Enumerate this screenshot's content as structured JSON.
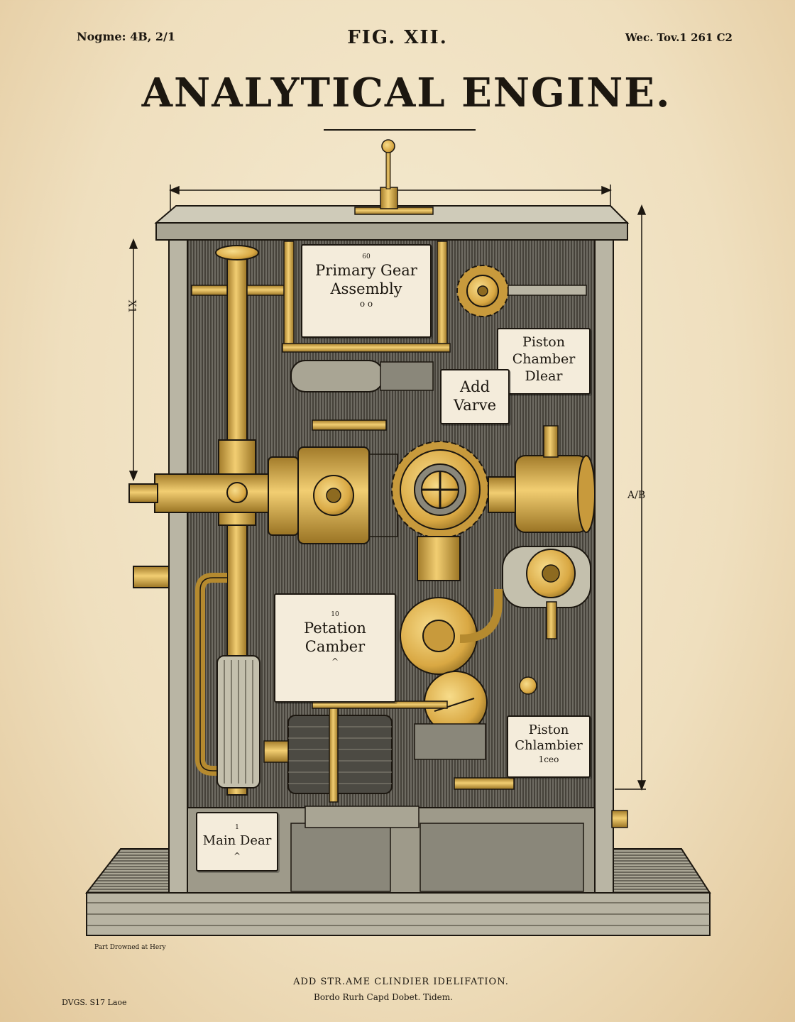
{
  "header": {
    "left": "Nogme: 4B, 2/1",
    "center": "FIG. XII.",
    "right": "Wec. Tov.1 261 C2"
  },
  "title": "ANALYTICAL ENGINE.",
  "dimensions": {
    "left": "X1",
    "right": "A/B"
  },
  "labels": {
    "primary_gear": {
      "small": "60",
      "main": "Primary Gear\nAssembly",
      "sub": "o o"
    },
    "piston_top": {
      "main": "Piston\nChamber\nDlear"
    },
    "add_valve": {
      "main": "Add\nVarve"
    },
    "petation": {
      "small": "10",
      "main": "Petation\nCamber",
      "sub": "^"
    },
    "piston_bottom": {
      "main": "Piston\nChlambier",
      "sub": "1ceo"
    },
    "main_dear": {
      "small": "1",
      "main": "Main Dear",
      "sub": "^"
    }
  },
  "captions": {
    "small_left": "Part Drowned at Hery",
    "line1": "ADD STR.AME CLINDIER IDELIFATION.",
    "line2": "Bordo Rurh Capd Dobet. Tidem."
  },
  "footer": "DVGS. S17 Laoe",
  "colors": {
    "paper": "#f1e4c6",
    "ink": "#1c1710",
    "brass": "#e3b652",
    "brass_dark": "#9a7424",
    "cabinet": "#8f8c80",
    "frame": "#b9b5a4"
  }
}
